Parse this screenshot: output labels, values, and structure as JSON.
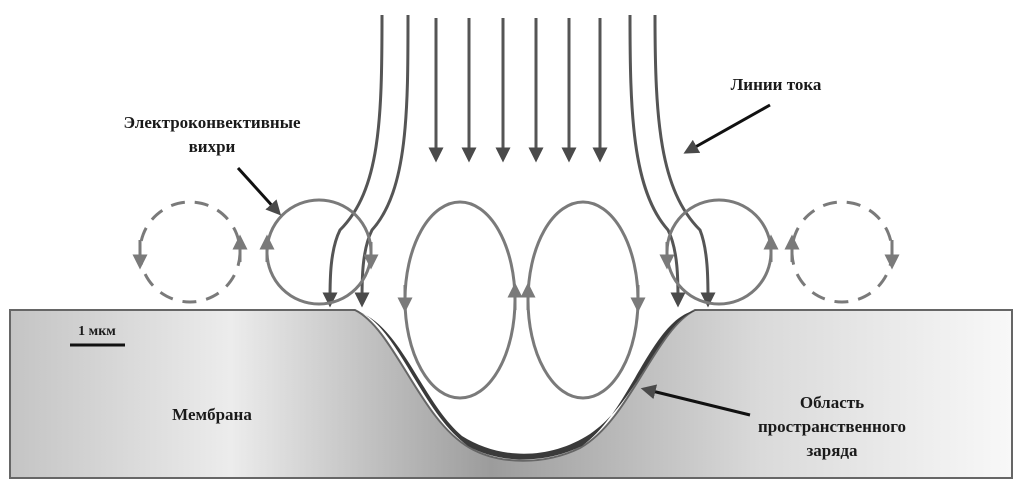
{
  "labels": {
    "vortices_line1": "Электроконвективные",
    "vortices_line2": "вихри",
    "current_lines": "Линии тока",
    "scale_bar": "1 мкм",
    "membrane": "Мембрана",
    "space_charge_line1": "Область",
    "space_charge_line2": "пространственного",
    "space_charge_line3": "заряда"
  },
  "colors": {
    "stroke": "#666666",
    "flow_dark": "#505050",
    "vortex": "#7a7a7a",
    "charge": "#3a3a3a",
    "membrane_dark": "#d8d8d8",
    "membrane_mid": "#a8a8a8",
    "membrane_light": "#f8f8f8",
    "text": "#1a1a1a"
  }
}
